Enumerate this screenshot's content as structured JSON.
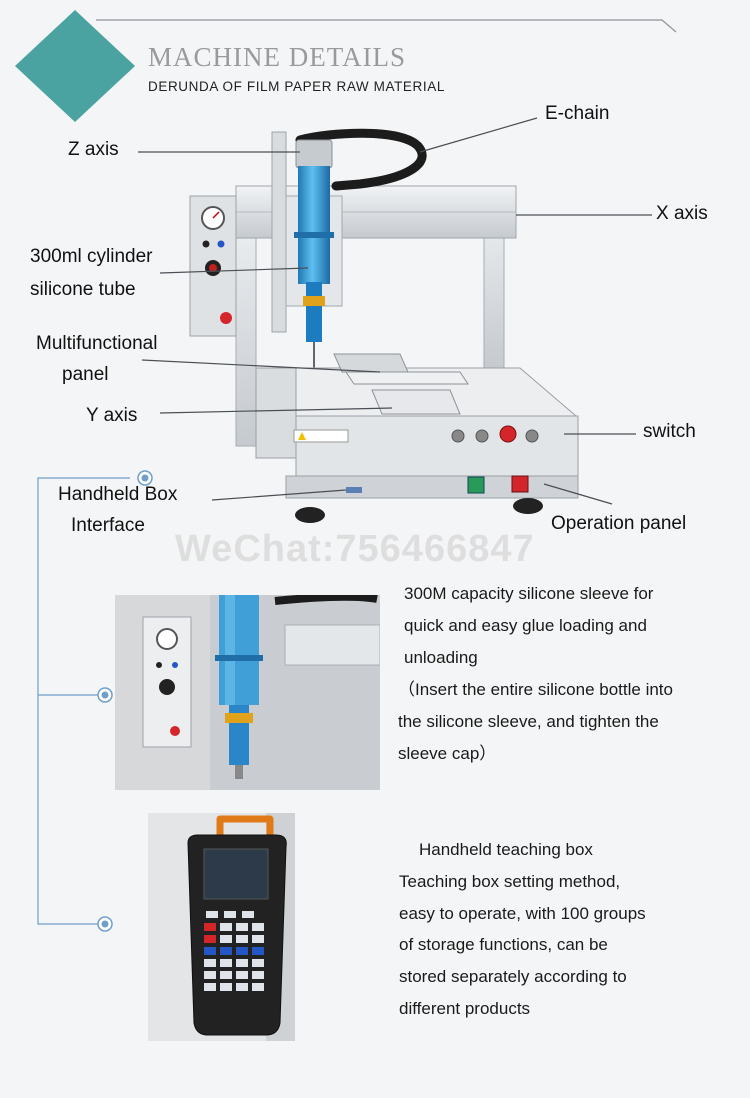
{
  "header": {
    "title": "MACHINE DETAILS",
    "subtitle": "DERUNDA OF FILM PAPER RAW MATERIAL"
  },
  "callouts": {
    "z_axis": "Z axis",
    "e_chain": "E-chain",
    "x_axis": "X axis",
    "cylinder_line1": "300ml cylinder",
    "cylinder_line2": "silicone tube",
    "panel_line1": "Multifunctional",
    "panel_line2": "panel",
    "y_axis": "Y axis",
    "switch": "switch",
    "handheld_line1": "Handheld Box",
    "handheld_line2": "Interface",
    "operation_panel": "Operation panel"
  },
  "watermark": "WeChat:756466847",
  "sleeve_section": {
    "lines": [
      "300M capacity silicone sleeve for",
      "quick and easy glue loading and",
      "unloading",
      "（Insert the entire silicone bottle into",
      "the silicone sleeve, and tighten the",
      "sleeve cap）"
    ]
  },
  "teaching_section": {
    "lines": [
      "Handheld teaching box",
      "Teaching box setting method,",
      "easy to operate, with 100 groups",
      "of storage functions, can be",
      "stored separately according to",
      "different products"
    ]
  },
  "colors": {
    "accent_teal": "#4aa3a0",
    "timeline_blue": "#6f9fc9",
    "dispenser_blue": "#3f9fd6",
    "frame_silver": "#d4d8dc"
  }
}
